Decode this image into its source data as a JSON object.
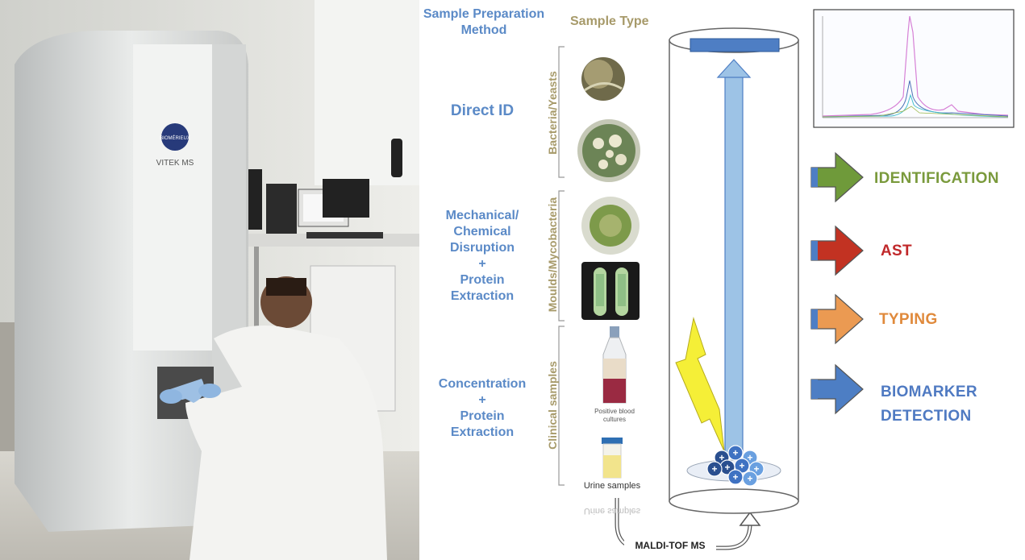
{
  "headers": {
    "method": "Sample Preparation Method",
    "method_line1": "Sample Preparation",
    "method_line2": "Method",
    "sample_type": "Sample Type"
  },
  "photo": {
    "brand": "BIOMÉRIEUX",
    "model": "VITEK MS"
  },
  "methods": [
    {
      "lines": [
        "Direct ID"
      ]
    },
    {
      "lines": [
        "Mechanical/",
        "Chemical",
        "Disruption",
        "+",
        "Protein",
        "Extraction"
      ]
    },
    {
      "lines": [
        "Concentration",
        "+",
        "Protein",
        "Extraction"
      ]
    }
  ],
  "sample_categories": [
    {
      "label": "Bacteria/Yeasts"
    },
    {
      "label": "Moulds/Mycobacteria"
    },
    {
      "label": "Clinical samples"
    }
  ],
  "sample_captions": {
    "blood": "Positive blood",
    "blood2": "cultures",
    "urine": "Urine samples",
    "urine_mirror": "Urine samples"
  },
  "instrument_label": "MALDI-TOF MS",
  "outcomes": [
    {
      "label": "IDENTIFICATION",
      "color": "#7a9a3c",
      "arrow": "#6f9a3a"
    },
    {
      "label": "AST",
      "color": "#c0282a",
      "arrow": "#c23222"
    },
    {
      "label": "TYPING",
      "color": "#e08a3c",
      "arrow": "#eb9a52"
    },
    {
      "label": "BIOMARKER",
      "label2": "DETECTION",
      "color": "#4f7ac2",
      "arrow": "#4d7ec4"
    }
  ],
  "colors": {
    "method_text": "#5b8ac7",
    "sample_type_text": "#a79a6a",
    "tube_arrow": "#9dc3e6",
    "laser": "#f5ef37"
  }
}
